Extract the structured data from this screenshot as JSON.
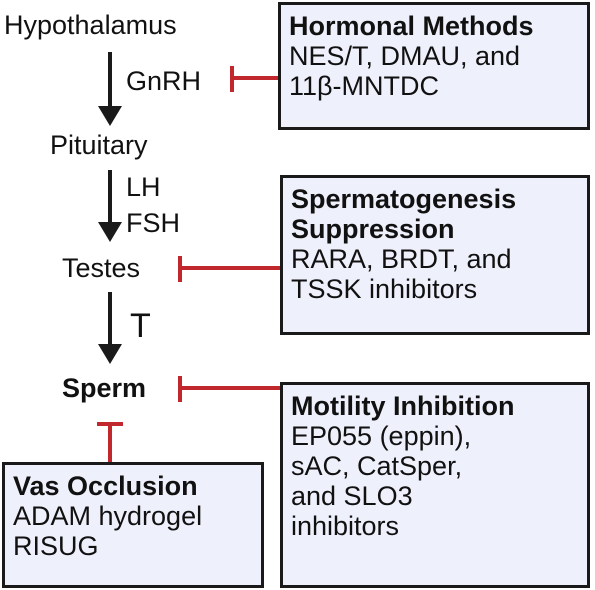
{
  "nodes": {
    "hypothalamus": "Hypothalamus",
    "pituitary": "Pituitary",
    "testes": "Testes",
    "sperm": "Sperm"
  },
  "hormones": {
    "gnrh": "GnRH",
    "lh": "LH",
    "fsh": "FSH",
    "t": "T"
  },
  "boxes": {
    "hormonal": {
      "title": "Hormonal Methods",
      "lines": [
        "NES/T, DMAU, and",
        "11β-MNTDC"
      ]
    },
    "spermatogenesis": {
      "title_lines": [
        "Spermatogenesis",
        "Suppression"
      ],
      "lines": [
        "RARA, BRDT, and",
        "TSSK inhibitors"
      ]
    },
    "motility": {
      "title": "Motility Inhibition",
      "lines": [
        "EP055 (eppin),",
        "sAC, CatSper,",
        "and SLO3",
        "inhibitors"
      ]
    },
    "vas": {
      "title": "Vas Occlusion",
      "lines": [
        "ADAM hydrogel",
        "RISUG"
      ]
    }
  },
  "colors": {
    "arrow": "#1a1a1a",
    "inhibitor": "#c0282d",
    "box_fill": "#eef0fb",
    "box_border": "#1a1a1a"
  }
}
